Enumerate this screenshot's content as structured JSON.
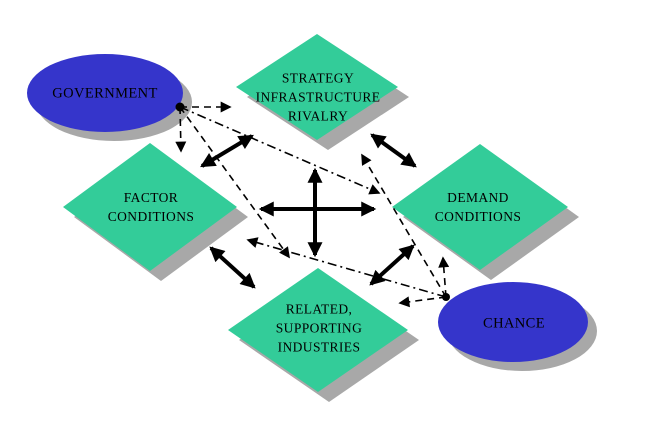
{
  "diagram": {
    "nodes": {
      "government": {
        "label": "GOVERNMENT",
        "shape": "ellipse"
      },
      "strategy": {
        "label": "STRATEGY\nINFRASTRUCTURE\nRIVALRY",
        "shape": "diamond"
      },
      "factor": {
        "label": "FACTOR\nCONDITIONS",
        "shape": "diamond"
      },
      "demand": {
        "label": "DEMAND\nCONDITIONS",
        "shape": "diamond"
      },
      "related": {
        "label": "RELATED,\nSUPPORTING\nINDUSTRIES",
        "shape": "diamond"
      },
      "chance": {
        "label": "CHANCE",
        "shape": "ellipse"
      }
    },
    "edges": [
      {
        "from": "factor",
        "to": "strategy",
        "style": "solid",
        "direction": "two-way"
      },
      {
        "from": "strategy",
        "to": "demand",
        "style": "solid",
        "direction": "two-way"
      },
      {
        "from": "factor",
        "to": "related",
        "style": "solid",
        "direction": "two-way"
      },
      {
        "from": "demand",
        "to": "related",
        "style": "solid",
        "direction": "two-way"
      },
      {
        "from": "factor",
        "to": "demand",
        "style": "solid",
        "direction": "two-way"
      },
      {
        "from": "strategy",
        "to": "related",
        "style": "solid",
        "direction": "two-way"
      },
      {
        "from": "government",
        "to": "strategy",
        "style": "dashed",
        "direction": "one-way"
      },
      {
        "from": "government",
        "to": "factor",
        "style": "dashed",
        "direction": "one-way"
      },
      {
        "from": "government",
        "to": "related",
        "style": "dashed",
        "direction": "one-way"
      },
      {
        "from": "government",
        "to": "demand",
        "style": "dash-dot",
        "direction": "one-way"
      },
      {
        "from": "chance",
        "to": "demand",
        "style": "dashed",
        "direction": "one-way"
      },
      {
        "from": "chance",
        "to": "related",
        "style": "dashed",
        "direction": "one-way"
      },
      {
        "from": "chance",
        "to": "strategy",
        "style": "dashed",
        "direction": "one-way"
      },
      {
        "from": "chance",
        "to": "factor",
        "style": "dash-dot",
        "direction": "one-way"
      }
    ]
  },
  "colors": {
    "diamond_green": "#33CC99",
    "ellipse_blue": "#3535CB",
    "shadow_gray": "#A8A8A8",
    "arrow_black": "#000000",
    "background": "#FFFFFF"
  }
}
